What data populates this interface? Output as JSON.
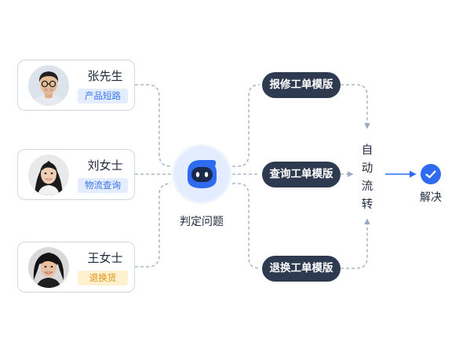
{
  "customers": [
    {
      "name": "张先生",
      "tag": "产品短路",
      "avatar_icon": "man-with-glasses-avatar",
      "tag_color": "#3b74ea"
    },
    {
      "name": "刘女士",
      "tag": "物流查询",
      "avatar_icon": "woman-long-hair-avatar",
      "tag_color": "#3b74ea"
    },
    {
      "name": "王女士",
      "tag": "退换货",
      "avatar_icon": "woman-short-hair-avatar",
      "tag_color": "#e09312"
    }
  ],
  "center": {
    "label": "判定问题",
    "icon": "robot-icon",
    "color": "#2f6bf0"
  },
  "templates": [
    {
      "label": "报修工单模版"
    },
    {
      "label": "查询工单模版"
    },
    {
      "label": "退换工单模版"
    }
  ],
  "flow": {
    "chars": [
      "自",
      "动",
      "流",
      "转"
    ]
  },
  "result": {
    "label": "解决",
    "icon": "check-circle-icon",
    "color": "#2f6bf0"
  },
  "colors": {
    "connector": "#9aabc0",
    "pill": "#2e3a4f",
    "accent": "#2f6bf0"
  }
}
